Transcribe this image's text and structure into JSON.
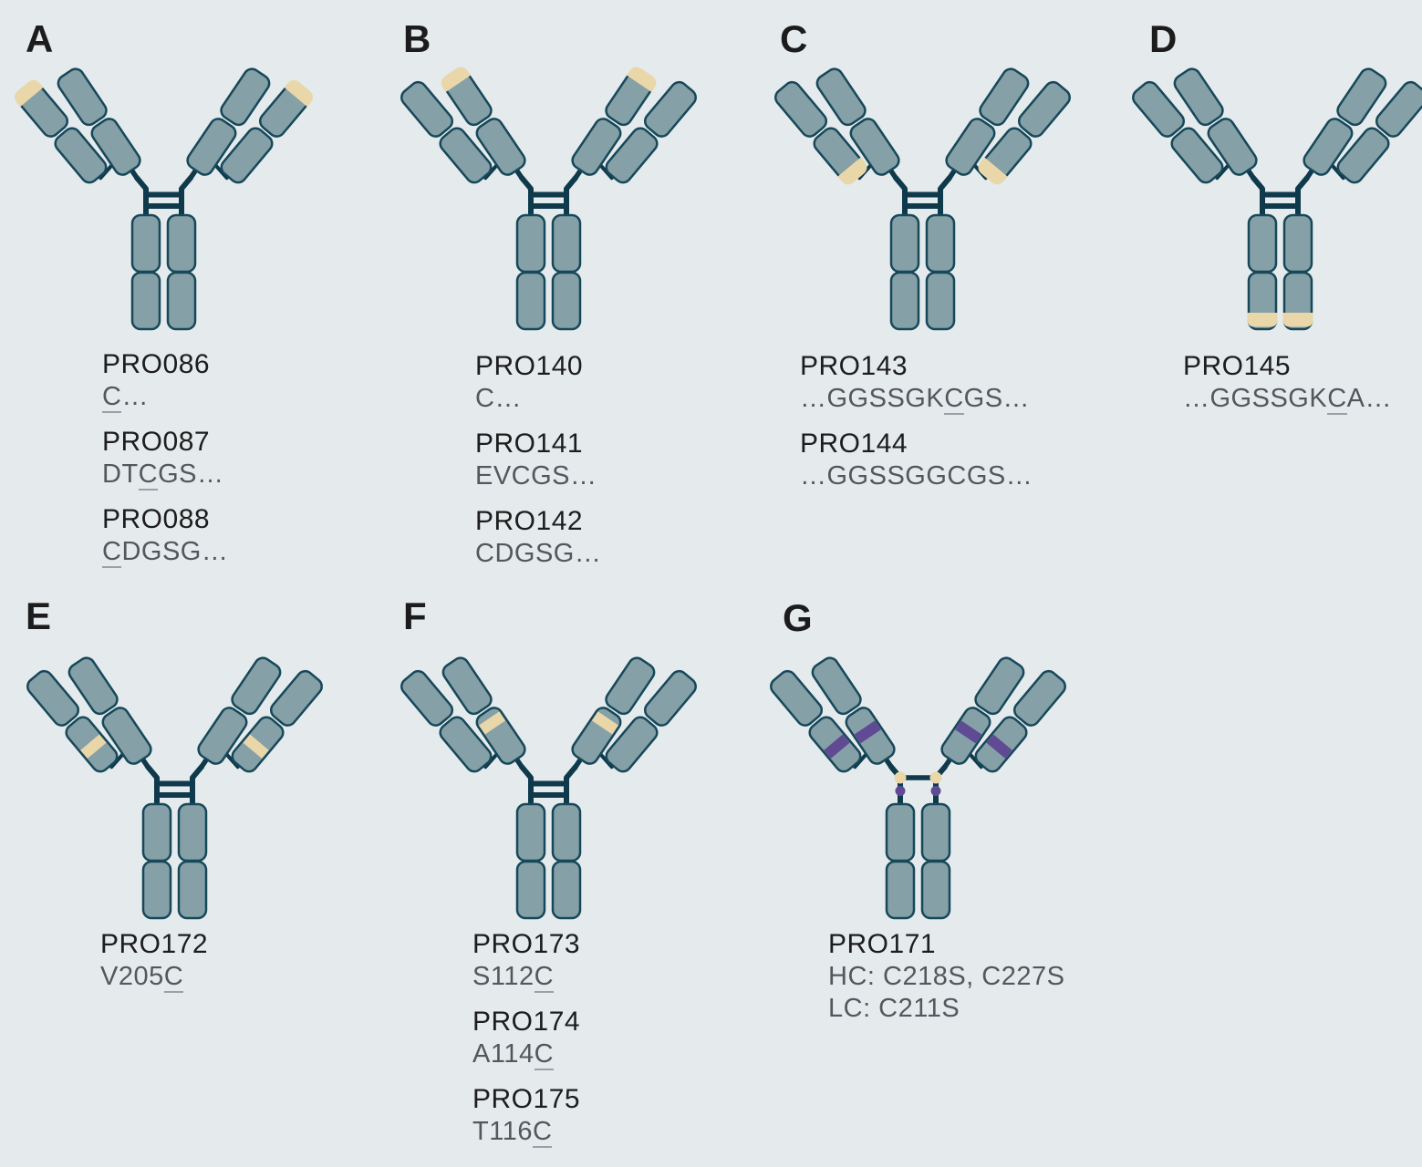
{
  "colors": {
    "background": "#e5eaed",
    "domain_fill": "#85a0a6",
    "domain_stroke": "#16485a",
    "hinge": "#0e3a4c",
    "tan_highlight": "#ead7a9",
    "purple_highlight": "#5f4a93",
    "label_text": "#1d1d1d",
    "sequence_text": "#54585c",
    "underline": "#9aa0a3"
  },
  "panels": [
    {
      "letter": "A",
      "highlight": "n-terminus-light-chain",
      "highlight_color": "#ead7a9",
      "entries": [
        {
          "name": "PRO086",
          "lines": [
            [
              {
                "t": "C",
                "u": true
              },
              {
                "t": "…"
              }
            ]
          ]
        },
        {
          "name": "PRO087",
          "lines": [
            [
              {
                "t": "DT"
              },
              {
                "t": "C",
                "u": true
              },
              {
                "t": "GS…"
              }
            ]
          ]
        },
        {
          "name": "PRO088",
          "lines": [
            [
              {
                "t": "C",
                "u": true
              },
              {
                "t": "DGSG…"
              }
            ]
          ]
        }
      ]
    },
    {
      "letter": "B",
      "highlight": "n-terminus-heavy-chain",
      "highlight_color": "#ead7a9",
      "entries": [
        {
          "name": "PRO140",
          "lines": [
            [
              {
                "t": "C…"
              }
            ]
          ]
        },
        {
          "name": "PRO141",
          "lines": [
            [
              {
                "t": "EVCGS…"
              }
            ]
          ]
        },
        {
          "name": "PRO142",
          "lines": [
            [
              {
                "t": "CDGSG…"
              }
            ]
          ]
        }
      ]
    },
    {
      "letter": "C",
      "highlight": "c-terminus-light-chain",
      "highlight_color": "#ead7a9",
      "entries": [
        {
          "name": "PRO143",
          "lines": [
            [
              {
                "t": "…GGSSGK"
              },
              {
                "t": "C",
                "u": true
              },
              {
                "t": "GS…"
              }
            ]
          ]
        },
        {
          "name": "PRO144",
          "lines": [
            [
              {
                "t": "…GGSSGGCGS…"
              }
            ]
          ]
        }
      ]
    },
    {
      "letter": "D",
      "highlight": "c-terminus-heavy-chain",
      "highlight_color": "#ead7a9",
      "entries": [
        {
          "name": "PRO145",
          "lines": [
            [
              {
                "t": "…GGSSGK"
              },
              {
                "t": "C",
                "u": true
              },
              {
                "t": "A…"
              }
            ]
          ]
        }
      ]
    },
    {
      "letter": "E",
      "highlight": "internal-light-chain-constant-domain",
      "highlight_color": "#ead7a9",
      "entries": [
        {
          "name": "PRO172",
          "lines": [
            [
              {
                "t": "V205"
              },
              {
                "t": "C",
                "u": true
              }
            ]
          ]
        }
      ]
    },
    {
      "letter": "F",
      "highlight": "internal-heavy-chain-ch1-domain",
      "highlight_color": "#ead7a9",
      "entries": [
        {
          "name": "PRO173",
          "lines": [
            [
              {
                "t": "S112"
              },
              {
                "t": "C",
                "u": true
              }
            ]
          ]
        },
        {
          "name": "PRO174",
          "lines": [
            [
              {
                "t": "A114"
              },
              {
                "t": "C",
                "u": true
              }
            ]
          ]
        },
        {
          "name": "PRO175",
          "lines": [
            [
              {
                "t": "T116"
              },
              {
                "t": "C",
                "u": true
              }
            ]
          ]
        }
      ]
    },
    {
      "letter": "G",
      "highlight": "hinge-disulfide-mutations",
      "highlight_color": "#5f4a93",
      "entries": [
        {
          "name": "PRO171",
          "lines": [
            [
              {
                "t": "HC: C218S, C227S"
              }
            ],
            [
              {
                "t": "LC: C211S"
              }
            ]
          ]
        }
      ]
    }
  ]
}
